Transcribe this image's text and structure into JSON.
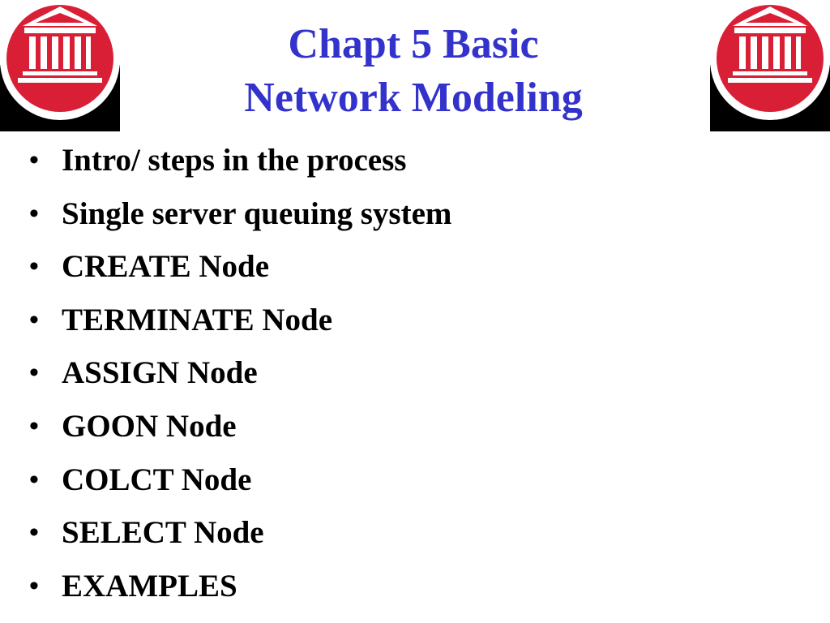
{
  "slide": {
    "title_lines": [
      "Chapt 5 Basic",
      "Network Modeling"
    ],
    "bullet_glyph": "•",
    "bullets": [
      "Intro/ steps in the process",
      "Single server queuing system",
      "CREATE Node",
      "TERMINATE Node",
      "ASSIGN Node",
      "GOON Node",
      "COLCT Node",
      "SELECT Node",
      "EXAMPLES"
    ]
  },
  "logos": {
    "icon": "university-building-icon",
    "colors": {
      "circle": "#d91f36",
      "corner": "#000000",
      "ring": "#ffffff"
    }
  },
  "colors": {
    "title": "#3333cc",
    "bullet_text": "#000000",
    "background": "#ffffff"
  }
}
